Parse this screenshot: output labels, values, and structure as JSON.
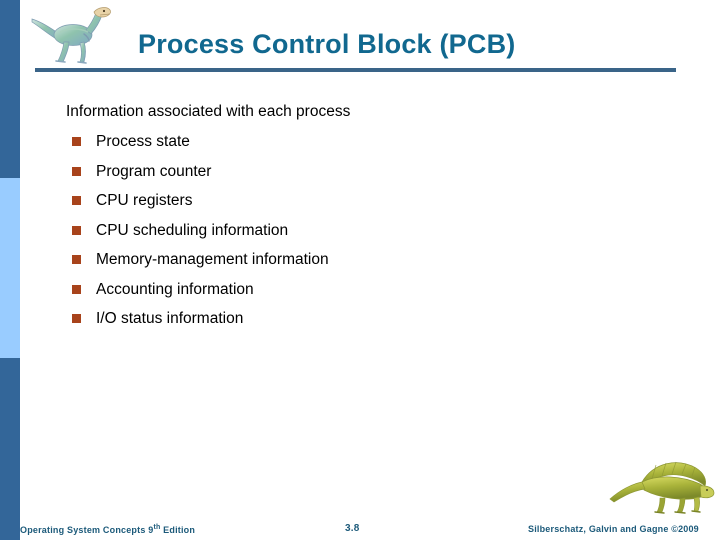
{
  "slide": {
    "title": "Process Control Block (PCB)",
    "lead": "Information associated with each process",
    "bullets": [
      {
        "label": "Process state"
      },
      {
        "label": "Program counter"
      },
      {
        "label": "CPU registers"
      },
      {
        "label": "CPU scheduling information"
      },
      {
        "label": "Memory-management information"
      },
      {
        "label": "Accounting information"
      },
      {
        "label": "I/O status information"
      }
    ]
  },
  "footer": {
    "left_book": "Operating System Concepts ",
    "left_edition_num": "9",
    "left_edition_sup": "th",
    "left_edition_tail": " Edition",
    "slide_number": "3.8",
    "right_credit": "Silberschatz, Galvin and Gagne ©2009"
  },
  "icons": {
    "header_logo": "dinosaur-theropod-icon",
    "footer_logo": "dinosaur-sail-back-icon",
    "bullet": "square-bullet-icon"
  },
  "colors": {
    "title": "#11688f",
    "rule": "#3a6488",
    "sidebar_dark": "#336699",
    "sidebar_light": "#99ccff",
    "bullet": "#a8431b",
    "footer_text": "#1c5a7a",
    "background": "#ffffff"
  }
}
